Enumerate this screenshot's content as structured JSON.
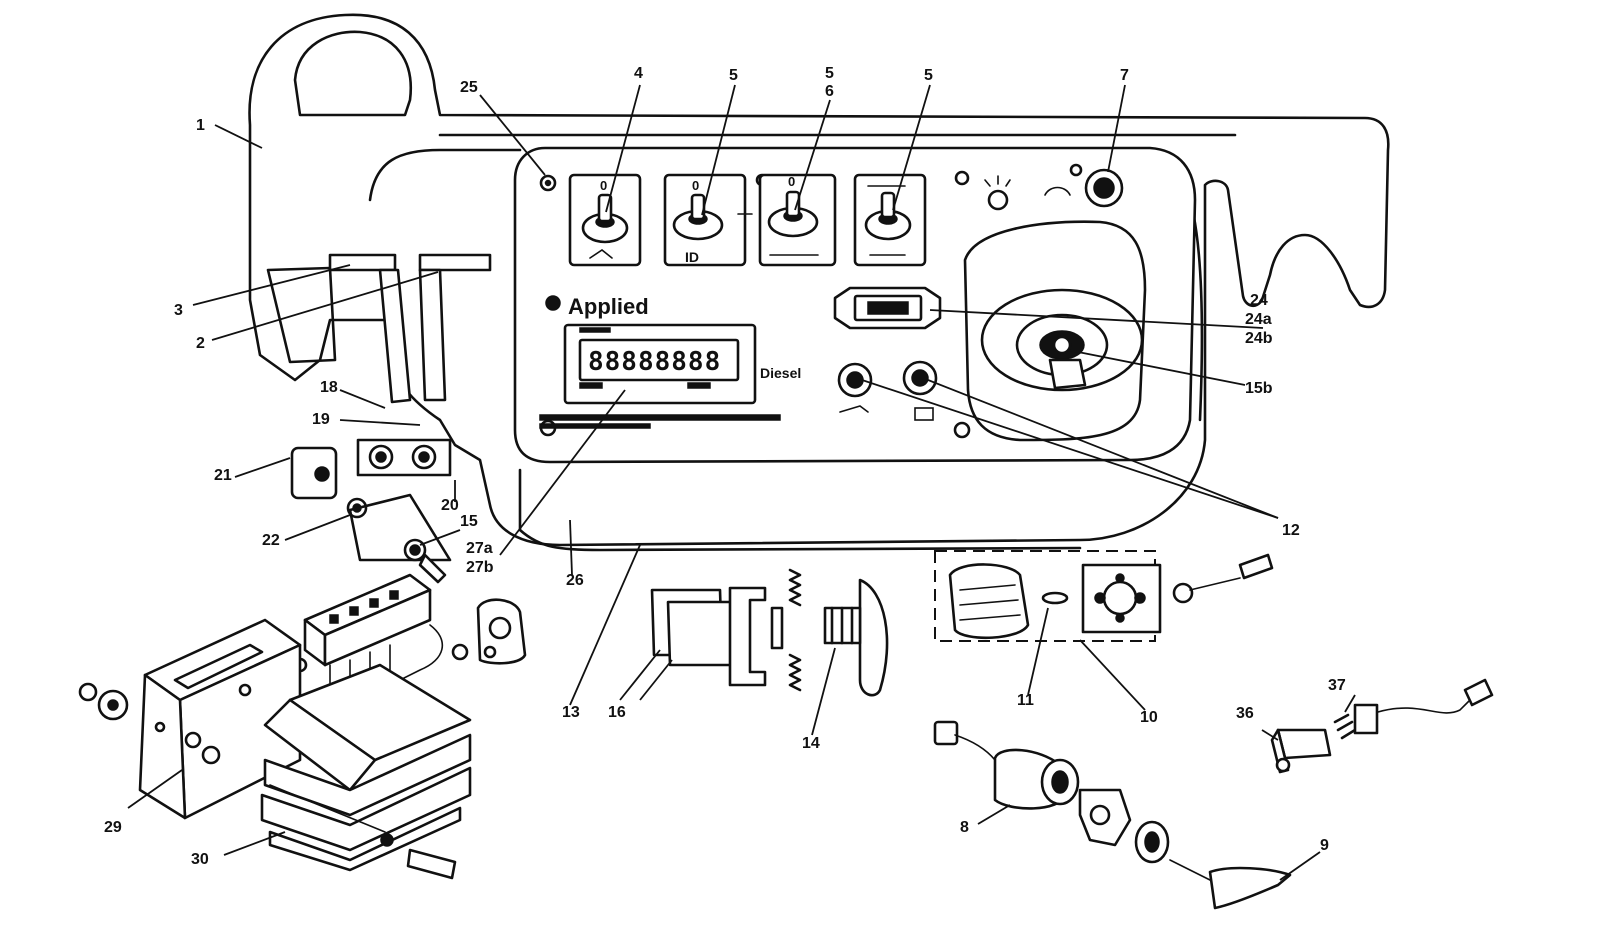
{
  "panel": {
    "brand": "Applied",
    "fuel_label": "Diesel",
    "hour_meter_digits": "88888888"
  },
  "callouts": [
    {
      "id": "c1",
      "text": "1"
    },
    {
      "id": "c2",
      "text": "2"
    },
    {
      "id": "c3",
      "text": "3"
    },
    {
      "id": "c4",
      "text": "4"
    },
    {
      "id": "c5a",
      "text": "5"
    },
    {
      "id": "c5b",
      "text": "5"
    },
    {
      "id": "c6",
      "text": "6"
    },
    {
      "id": "c5c",
      "text": "5"
    },
    {
      "id": "c7",
      "text": "7"
    },
    {
      "id": "c8",
      "text": "8"
    },
    {
      "id": "c9",
      "text": "9"
    },
    {
      "id": "c10",
      "text": "10"
    },
    {
      "id": "c11",
      "text": "11"
    },
    {
      "id": "c12",
      "text": "12"
    },
    {
      "id": "c13",
      "text": "13"
    },
    {
      "id": "c14",
      "text": "14"
    },
    {
      "id": "c15",
      "text": "15"
    },
    {
      "id": "c15b",
      "text": "15b"
    },
    {
      "id": "c16",
      "text": "16"
    },
    {
      "id": "c18",
      "text": "18"
    },
    {
      "id": "c19",
      "text": "19"
    },
    {
      "id": "c20",
      "text": "20"
    },
    {
      "id": "c21",
      "text": "21"
    },
    {
      "id": "c22",
      "text": "22"
    },
    {
      "id": "c24",
      "text": "24"
    },
    {
      "id": "c24a",
      "text": "24a"
    },
    {
      "id": "c24b",
      "text": "24b"
    },
    {
      "id": "c25",
      "text": "25"
    },
    {
      "id": "c26",
      "text": "26"
    },
    {
      "id": "c27a",
      "text": "27a"
    },
    {
      "id": "c27b",
      "text": "27b"
    },
    {
      "id": "c29",
      "text": "29"
    },
    {
      "id": "c30",
      "text": "30"
    },
    {
      "id": "c36",
      "text": "36"
    },
    {
      "id": "c37",
      "text": "37"
    }
  ]
}
